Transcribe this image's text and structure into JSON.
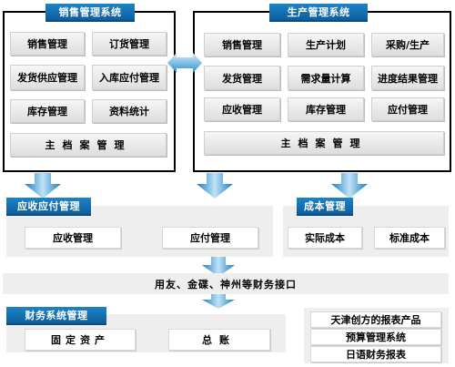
{
  "sales_system": {
    "title": "销售管理系统",
    "modules": [
      "销售管理",
      "订货管理",
      "发货供应管理",
      "入库应付管理",
      "库存管理",
      "资料统计"
    ],
    "master": "主档案管理"
  },
  "production_system": {
    "title": "生产管理系统",
    "modules": [
      "销售管理",
      "生产计划",
      "采购/生产",
      "发货管理",
      "需求量计算",
      "进度结果管理",
      "应收管理",
      "库存管理",
      "应付管理"
    ],
    "master": "主档案管理"
  },
  "ar_ap": {
    "title": "应收应付管理",
    "modules": [
      "应收管理",
      "应付管理"
    ]
  },
  "cost": {
    "title": "成本管理",
    "modules": [
      "实际成本",
      "标准成本"
    ]
  },
  "interface_band": "用友、金碟、神州等财务接口",
  "finance": {
    "title": "财务系统管理",
    "modules": [
      "固定资产",
      "总账"
    ]
  },
  "reports": [
    "天津创方的报表产品",
    "预算管理系统",
    "日语财务报表"
  ],
  "colors": {
    "title_blue": "#1572b6",
    "arrow_blue": "#2a8fd3"
  }
}
